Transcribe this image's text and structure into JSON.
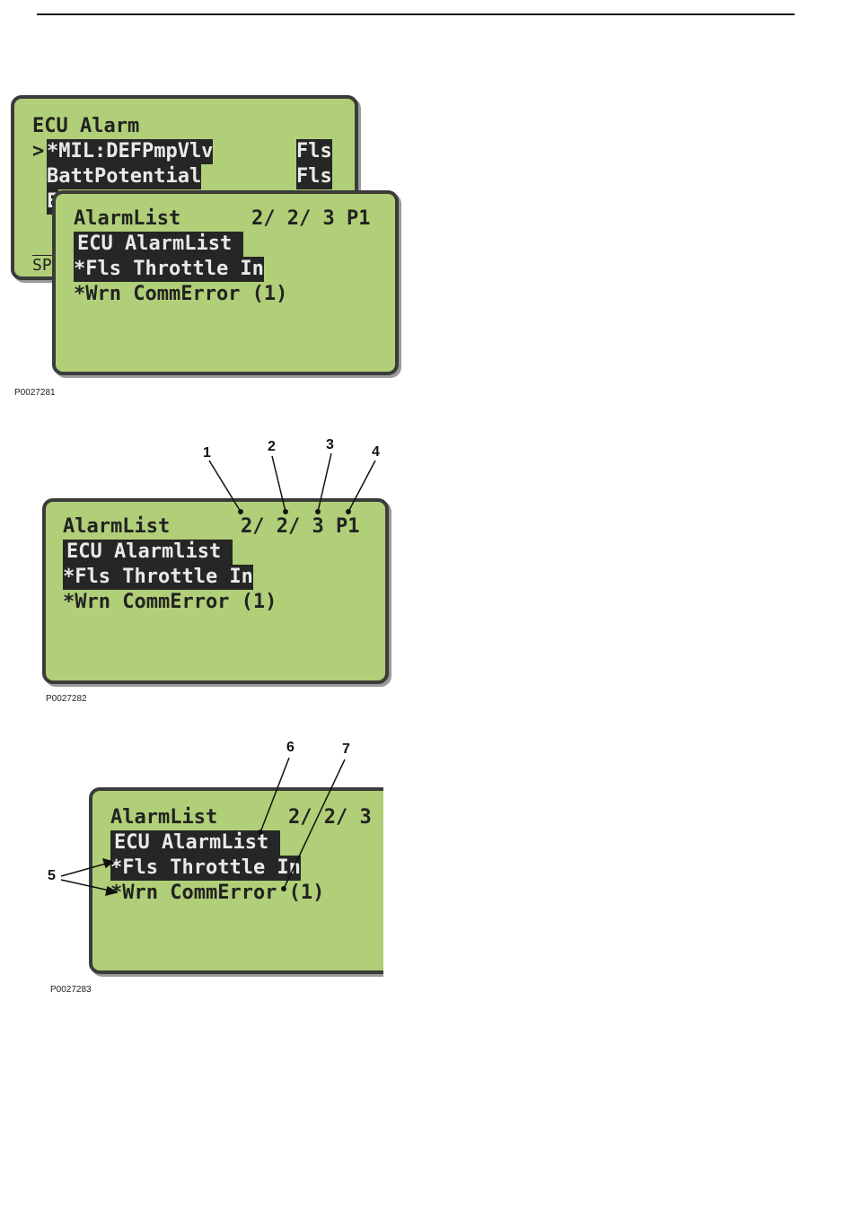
{
  "figure1": {
    "back_screen": {
      "title": "ECU Alarm",
      "cursor": ">",
      "row1_label": "*MIL:DEFPmpVlv",
      "row1_value": "Fls",
      "row2_label": "BattPotential",
      "row2_value": "Fls",
      "row3_partial": "E",
      "footer_partial": "SP"
    },
    "front_screen": {
      "header": "AlarmList",
      "position": "2/ 2/ 3 P1",
      "row1": "ECU AlarmList ",
      "row2": "*Fls Throttle In",
      "row3": "*Wrn CommError (1)"
    },
    "caption": "P0027281"
  },
  "figure2": {
    "screen": {
      "header": "AlarmList",
      "position": "2/ 2/ 3 P1",
      "row1": "ECU Alarmlist ",
      "row2": "*Fls Throttle In",
      "row3": "*Wrn CommError (1)"
    },
    "callouts": [
      "1",
      "2",
      "3",
      "4"
    ],
    "caption": "P0027282"
  },
  "figure3": {
    "screen": {
      "header": "AlarmList",
      "position": "2/ 2/ 3",
      "row1": "ECU AlarmList ",
      "row2": "*Fls Throttle In",
      "row3": "*Wrn CommError (1)"
    },
    "callouts": [
      "5",
      "6",
      "7"
    ],
    "caption": "P0027283"
  }
}
